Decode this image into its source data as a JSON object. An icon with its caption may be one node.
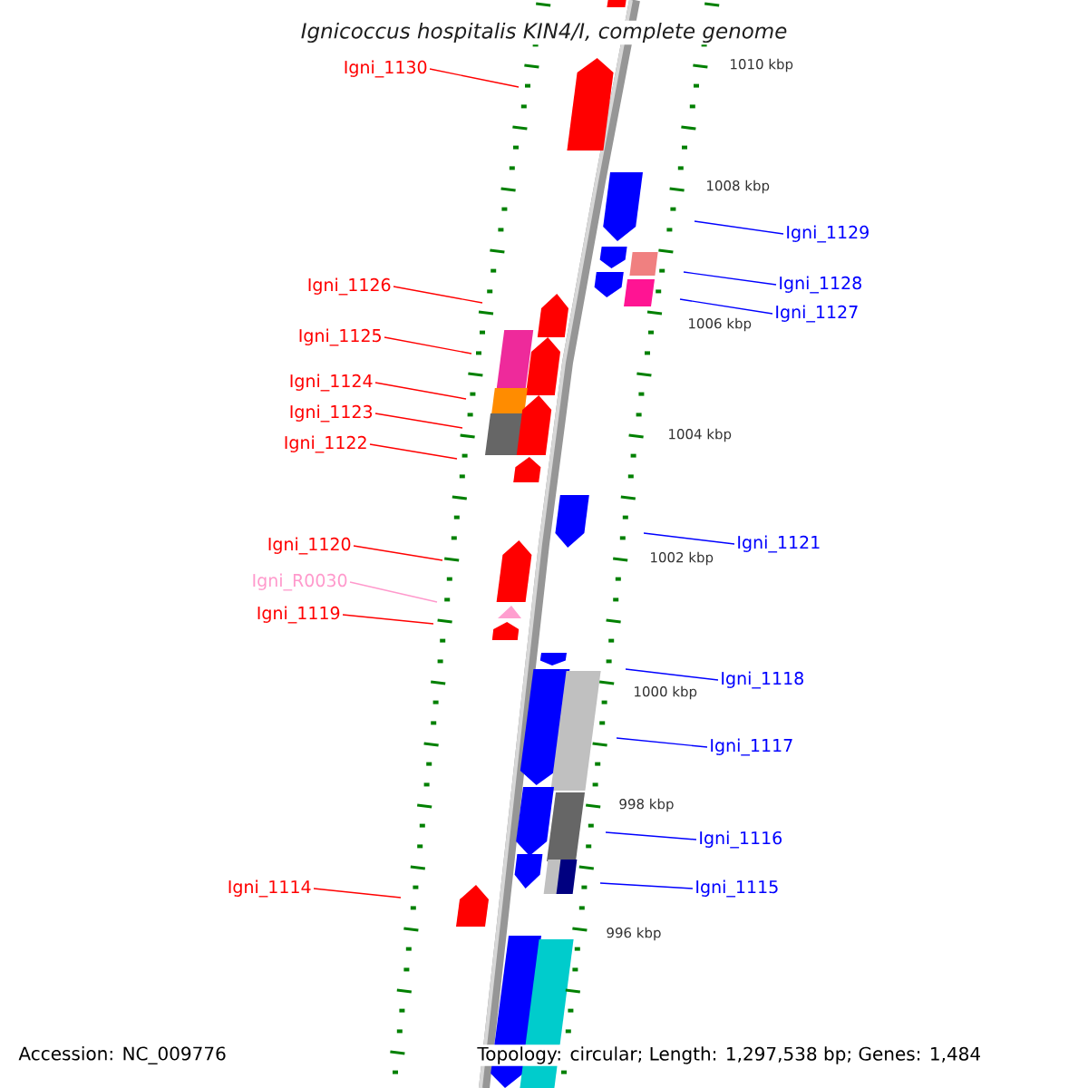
{
  "diagram": {
    "title": "Ignicoccus hospitalis KIN4/I, complete genome",
    "nodes": [
      {
        "text": [
          "Igni_1130"
        ]
      },
      {
        "text": [
          "Igni_1129"
        ]
      },
      {
        "text": [
          "Igni_1128"
        ]
      },
      {
        "text": [
          "Igni_1126"
        ]
      },
      {
        "text": [
          "Igni_1127"
        ]
      },
      {
        "text": [
          "Igni_1125"
        ]
      },
      {
        "text": [
          "Igni_1124"
        ]
      },
      {
        "text": [
          "Igni_1123"
        ]
      },
      {
        "text": [
          "Igni_1122"
        ]
      },
      {
        "text": [
          "Igni_1121"
        ]
      },
      {
        "text": [
          "Igni_1120"
        ]
      },
      {
        "text": [
          "Igni_R0030"
        ]
      },
      {
        "text": [
          "Igni_1119"
        ]
      },
      {
        "text": [
          "Igni_1118"
        ]
      },
      {
        "text": [
          "Igni_1117"
        ]
      },
      {
        "text": [
          "Igni_1116"
        ]
      },
      {
        "text": [
          "Igni_1115"
        ]
      },
      {
        "text": [
          "Igni_1114"
        ]
      }
    ],
    "edges": [
      {
        "from": 0,
        "to": null,
        "arrow": "none"
      },
      {
        "from": 1,
        "to": null,
        "arrow": "none",
        "color": "#0000ff"
      },
      {
        "from": 2,
        "to": null,
        "arrow": "none",
        "color": "#0000ff"
      },
      {
        "from": 3,
        "to": null,
        "arrow": "none"
      },
      {
        "from": 4,
        "to": null,
        "arrow": "none",
        "color": "#0000ff"
      },
      {
        "from": 5,
        "to": null,
        "arrow": "none"
      },
      {
        "from": 6,
        "to": null,
        "arrow": "none"
      },
      {
        "from": 7,
        "to": null,
        "arrow": "none"
      },
      {
        "from": 8,
        "to": null,
        "arrow": "none"
      },
      {
        "from": 9,
        "to": null,
        "arrow": "none",
        "color": "#0000ff"
      },
      {
        "from": 10,
        "to": null,
        "arrow": "none"
      },
      {
        "from": 11,
        "to": null,
        "arrow": "none",
        "color": "#ff99cc"
      },
      {
        "from": 12,
        "to": null,
        "arrow": "none"
      },
      {
        "from": 13,
        "to": null,
        "arrow": "none",
        "color": "#0000ff"
      },
      {
        "from": 14,
        "to": null,
        "arrow": "none",
        "color": "#0000ff"
      },
      {
        "from": 15,
        "to": null,
        "arrow": "none",
        "color": "#0000ff"
      },
      {
        "from": 16,
        "to": null,
        "arrow": "none",
        "color": "#0000ff"
      },
      {
        "from": 17,
        "to": null,
        "arrow": "none"
      }
    ],
    "labels": [
      "1010 kbp",
      "1008 kbp",
      "1006 kbp",
      "1004 kbp",
      "1002 kbp",
      "1000 kbp",
      "998 kbp",
      "996 kbp",
      "Accession: NC_009776",
      "Topology: circular; Length: 1,297,538 bp; Genes: 1,484"
    ]
  }
}
